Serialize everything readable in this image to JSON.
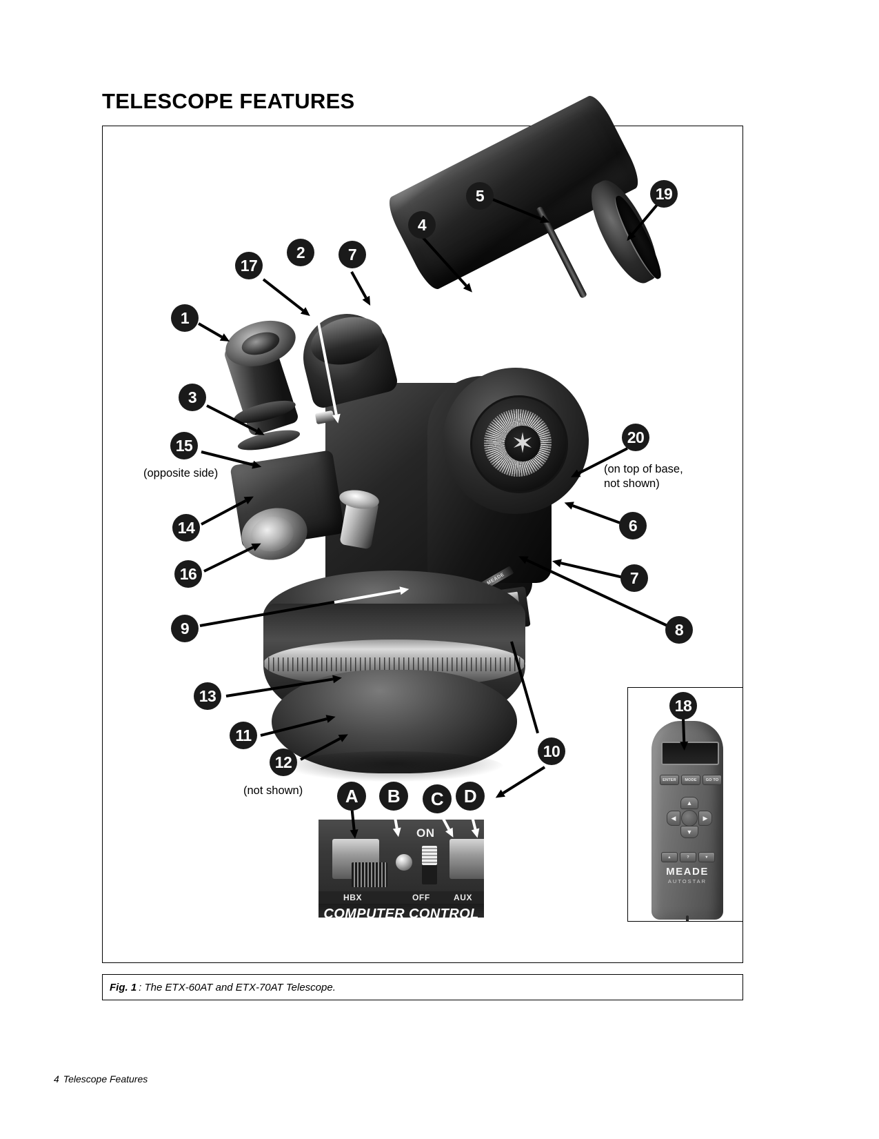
{
  "page": {
    "title": "TELESCOPE FEATURES",
    "footer_page_number": "4",
    "footer_section": "Telescope Features"
  },
  "caption": {
    "fig_label": "Fig. 1",
    "separator": ":",
    "text": "The ETX-60AT and ETX-70AT Telescope."
  },
  "callouts": [
    {
      "id": "1",
      "label": "1"
    },
    {
      "id": "2",
      "label": "2"
    },
    {
      "id": "3",
      "label": "3"
    },
    {
      "id": "4",
      "label": "4"
    },
    {
      "id": "5",
      "label": "5"
    },
    {
      "id": "6",
      "label": "6"
    },
    {
      "id": "7a",
      "label": "7"
    },
    {
      "id": "7b",
      "label": "7"
    },
    {
      "id": "8",
      "label": "8"
    },
    {
      "id": "9",
      "label": "9"
    },
    {
      "id": "10",
      "label": "10"
    },
    {
      "id": "11",
      "label": "11"
    },
    {
      "id": "12",
      "label": "12"
    },
    {
      "id": "13",
      "label": "13"
    },
    {
      "id": "14",
      "label": "14"
    },
    {
      "id": "15",
      "label": "15"
    },
    {
      "id": "16",
      "label": "16"
    },
    {
      "id": "17",
      "label": "17"
    },
    {
      "id": "18",
      "label": "18"
    },
    {
      "id": "19",
      "label": "19"
    },
    {
      "id": "20",
      "label": "20"
    },
    {
      "id": "A",
      "label": "A"
    },
    {
      "id": "B",
      "label": "B"
    },
    {
      "id": "C",
      "label": "C"
    },
    {
      "id": "D",
      "label": "D"
    }
  ],
  "annotations": {
    "opposite_side": "(opposite side)",
    "on_top_of_base": "(on top of base,\nnot shown)",
    "not_shown": "(not shown)"
  },
  "control_panel": {
    "hbx_label": "HBX",
    "off_label": "OFF",
    "aux_label": "AUX",
    "on_label": "ON",
    "banner": "COMPUTER CONTROL"
  },
  "telescope_marks": {
    "fork_brand": "MEADE",
    "panel_brand": "COMPUTER"
  },
  "autostar": {
    "brand": "MEADE",
    "sub_brand": "AUTOSTAR",
    "buttons": {
      "enter": "ENTER",
      "mode": "MODE",
      "goto": "GO TO",
      "scroll_up": "▲",
      "question": "?",
      "scroll_down": "▼",
      "arrow_up": "▲",
      "arrow_down": "▼",
      "arrow_left": "◀",
      "arrow_right": "▶"
    }
  },
  "colors": {
    "callout_fill": "#1a1a1a",
    "callout_text": "#ffffff",
    "page_background": "#ffffff",
    "rule": "#000000"
  }
}
